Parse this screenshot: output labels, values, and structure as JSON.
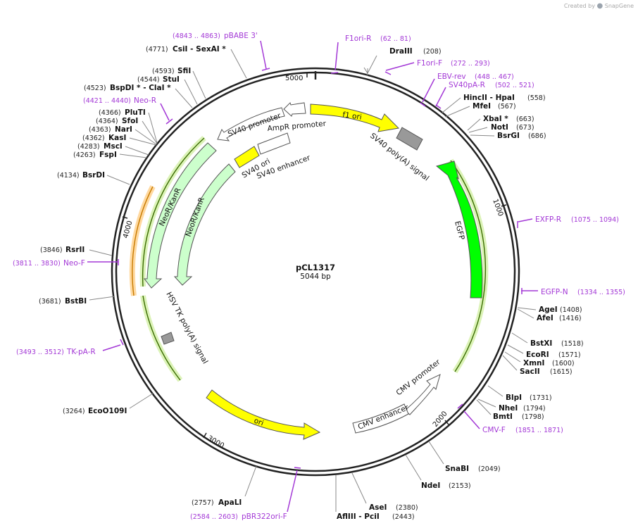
{
  "watermark": {
    "prefix": "Created by",
    "brand": "SnapGene"
  },
  "plasmid": {
    "name": "pCL1317",
    "length_label": "5044 bp",
    "length": 5044
  },
  "ticks": [
    "1000",
    "2000",
    "3000",
    "4000",
    "5000"
  ],
  "features": [
    {
      "label": "f1 ori",
      "color": "#ffff00"
    },
    {
      "label": "SV40 poly(A) signal",
      "color": "#999999"
    },
    {
      "label": "EGFP",
      "color": "#00ff00"
    },
    {
      "label": "CMV promoter",
      "color": "#ffffff"
    },
    {
      "label": "CMV enhancer",
      "color": "#ffffff"
    },
    {
      "label": "ori",
      "color": "#ffff00"
    },
    {
      "label": "HSV TK poly(A) signal",
      "color": "#999999"
    },
    {
      "label": "NeoR/KanR",
      "color": "#ccffcc"
    },
    {
      "label": "NeoR/KanR",
      "color": "#ccffcc"
    },
    {
      "label": "SV40 ori",
      "color": "#ffff00"
    },
    {
      "label": "SV40 enhancer",
      "color": "#ffffff"
    },
    {
      "label": "SV40 promoter",
      "color": "#ffffff"
    },
    {
      "label": "AmpR promoter",
      "color": "#ffffff"
    }
  ],
  "sites": [
    {
      "name": "DraIII",
      "pos": "(208)"
    },
    {
      "name": "HincII  -  HpaI",
      "pos": "(558)"
    },
    {
      "name": "MfeI",
      "pos": "(567)"
    },
    {
      "name": "XbaI  *",
      "pos": "(663)"
    },
    {
      "name": "NotI",
      "pos": "(673)"
    },
    {
      "name": "BsrGI",
      "pos": "(686)"
    },
    {
      "name": "AgeI",
      "pos": "(1408)"
    },
    {
      "name": "AfeI",
      "pos": "(1416)"
    },
    {
      "name": "BstXI",
      "pos": "(1518)"
    },
    {
      "name": "EcoRI",
      "pos": "(1571)"
    },
    {
      "name": "XmnI",
      "pos": "(1600)"
    },
    {
      "name": "SacII",
      "pos": "(1615)"
    },
    {
      "name": "BlpI",
      "pos": "(1731)"
    },
    {
      "name": "NheI",
      "pos": "(1794)"
    },
    {
      "name": "BmtI",
      "pos": "(1798)"
    },
    {
      "name": "SnaBI",
      "pos": "(2049)"
    },
    {
      "name": "NdeI",
      "pos": "(2153)"
    },
    {
      "name": "AseI",
      "pos": "(2380)"
    },
    {
      "name": "AflIII  -  PciI",
      "pos": "(2443)"
    },
    {
      "name": "ApaLI",
      "pos": "(2757)"
    },
    {
      "name": "EcoO109I",
      "pos": "(3264)"
    },
    {
      "name": "BstBI",
      "pos": "(3681)"
    },
    {
      "name": "RsrII",
      "pos": "(3846)"
    },
    {
      "name": "BsrDI",
      "pos": "(4134)"
    },
    {
      "name": "FspI",
      "pos": "(4263)"
    },
    {
      "name": "MscI",
      "pos": "(4283)"
    },
    {
      "name": "KasI",
      "pos": "(4362)"
    },
    {
      "name": "NarI",
      "pos": "(4363)"
    },
    {
      "name": "SfoI",
      "pos": "(4364)"
    },
    {
      "name": "PluTI",
      "pos": "(4366)"
    },
    {
      "name": "BspDI  *  -  ClaI  *",
      "pos": "(4523)"
    },
    {
      "name": "StuI",
      "pos": "(4544)"
    },
    {
      "name": "SfiI",
      "pos": "(4593)"
    },
    {
      "name": "CsiI   -  SexAI  *",
      "pos": "(4771)"
    }
  ],
  "primers": [
    {
      "name": "F1ori-R",
      "range": "(62 .. 81)"
    },
    {
      "name": "F1ori-F",
      "range": "(272 .. 293)"
    },
    {
      "name": "EBV-rev",
      "range": "(448 .. 467)"
    },
    {
      "name": "SV40pA-R",
      "range": "(502 .. 521)"
    },
    {
      "name": "EXFP-R",
      "range": "(1075 .. 1094)"
    },
    {
      "name": "EGFP-N",
      "range": "(1334 .. 1355)"
    },
    {
      "name": "CMV-F",
      "range": "(1851 .. 1871)"
    },
    {
      "name": "pBR322ori-F",
      "range": "(2584 .. 2603)"
    },
    {
      "name": "TK-pA-R",
      "range": "(3493 .. 3512)"
    },
    {
      "name": "Neo-F",
      "range": "(3811 .. 3830)"
    },
    {
      "name": "Neo-R",
      "range": "(4421 .. 4440)"
    },
    {
      "name": "pBABE 3'",
      "range": "(4843 .. 4863)"
    }
  ]
}
